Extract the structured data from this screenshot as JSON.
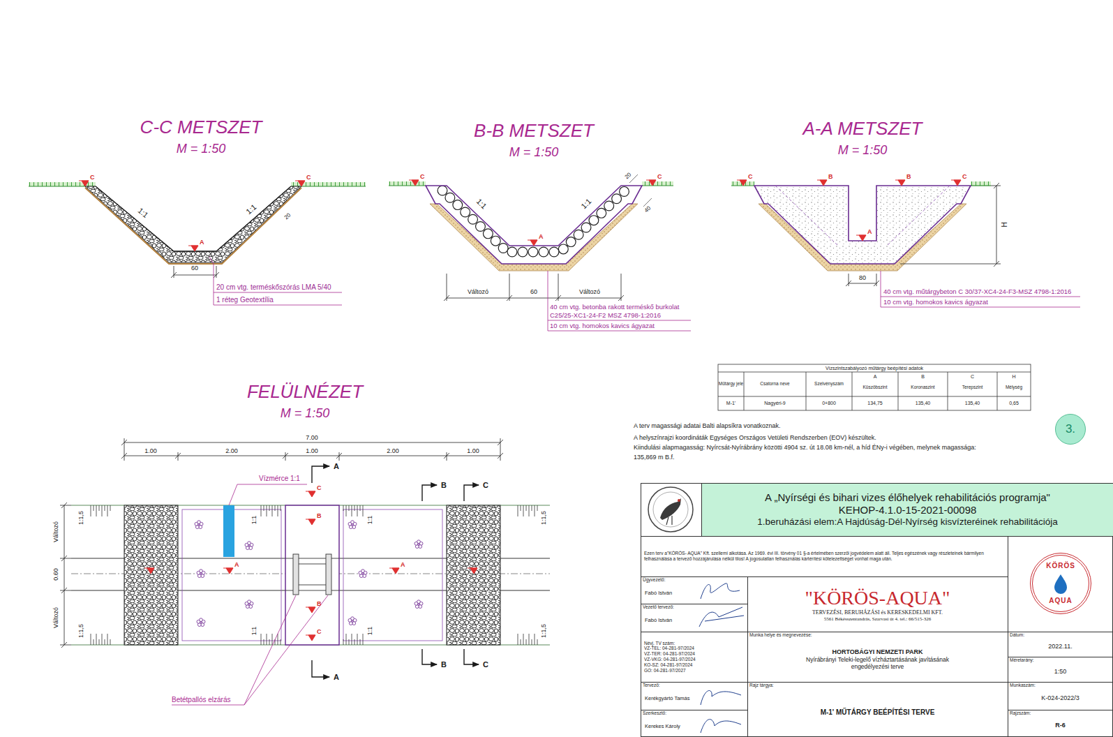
{
  "diagram": {
    "nodes": [
      {
        "text": [
          "A „Nyírségi és bihari vizes élőhelyek rehabilitációs programja\"",
          "KEHOP-4.1.0-15-2021-00098",
          "1.beruházási elem:A Hajdúság-Dél-Nyírség kisvízteréinek rehabilitációja"
        ]
      },
      {
        "text": [
          "Ezen terv a\"KÖRÖS- AQUA\" Kft. szellemi alkotása. Az 1969. évi III. törvény 01 §-a értelmében szerzői jogvédelem alatt áll. Teljes egészének vagy részleteinek bármilyen felhasználása a tervező hozzájárulása nélkül tilos! A jogosulatlan felhasználás kártérítési kötelezettséget vonhat maga után."
        ]
      },
      {
        "text": [
          "KÖRÖS",
          "AQUA"
        ]
      },
      {
        "text": [
          "Ügyvezető:",
          "Fabó István"
        ]
      },
      {
        "text": [
          "Vezető tervező:",
          "Fabó István"
        ]
      },
      {
        "text": [
          "\"KÖRÖS-AQUA\"",
          "TERVEZÉSI, BERUHÁZÁSI és KERESKEDELMI KFT.",
          "5561 Békésszentandrás, Szarvasi út 4. tel.: 66/515-326"
        ]
      },
      {
        "text": [
          "Névj. TV szám:",
          "VZ-TEL: 04-281-97/2024",
          "VZ-TER: 04-281-97/2024",
          "VZ-VKG: 04-281-97/2024",
          "KO-SZ: 04-281-97/2024",
          "GO: 04-281-97/2027"
        ]
      },
      {
        "text": [
          "Munka helye és megnevezése:",
          "HORTOBÁGYI NEMZETI PARK",
          "Nyírábrányi Teleki-legelő vízháztartásának javításának engedélyezési terve"
        ]
      },
      {
        "text": [
          "Dátum:",
          "2022.11."
        ]
      },
      {
        "text": [
          "Méretarány:",
          "1:50"
        ]
      },
      {
        "text": [
          "Tervező:",
          "Kerékgyártó Tamás"
        ]
      },
      {
        "text": [
          "Rajz tárgya:",
          "M-1' MŰTÁRGY BEÉPÍTÉSI TERVE"
        ]
      },
      {
        "text": [
          "Munkaszám:",
          "K-024-2022/3"
        ]
      },
      {
        "text": [
          "Szerkesztő:",
          "Kerekes Károly"
        ]
      },
      {
        "text": [
          "Rajzszám:",
          "R-6"
        ]
      },
      {
        "text": [
          "3."
        ]
      }
    ],
    "labels": [
      "C-C METSZET",
      "M = 1:50",
      "C",
      "C",
      "A",
      "1:1",
      "1:1",
      "20",
      "60",
      "20 cm vtg. terméskőszórás LMA 5/40",
      "1 réteg Geotextília",
      "B-B METSZET",
      "M = 1:50",
      "C",
      "C",
      "A",
      "1:1",
      "1:1",
      "Változó",
      "60",
      "Változó",
      "20",
      "40",
      "40 cm vtg. betonba rakott terméskő burkolat",
      "C25/25-XC1-24-F2 MSZ 4798-1:2016",
      "10 cm vtg. homokos kavics ágyazat",
      "A-A METSZET",
      "M = 1:50",
      "C",
      "B",
      "B",
      "C",
      "A",
      "H",
      "80",
      "40 cm vtg. műtárgybeton C 30/37-XC4-24-F3-MSZ 4798-1:2016",
      "10 cm vtg. homokos kavics ágyazat",
      "FELÜLNÉZET",
      "M = 1:50",
      "7.00",
      "1.00",
      "2.00",
      "1.00",
      "2.00",
      "1.00",
      "Változó",
      "0.60",
      "Változó",
      "1:1,5",
      "1:1,5",
      "1:1,5",
      "1:1,5",
      "1:1",
      "1:1",
      "1:1",
      "1:1",
      "Vízmérce 1:1",
      "Betétpallós elzárás",
      "C",
      "B",
      "A",
      "A",
      "B",
      "C",
      "A",
      "A",
      "B",
      "B",
      "C",
      "C",
      "Vízszintszabályozó műtárgy beépítési adatok",
      "Műtárgy jele",
      "Csatorna neve",
      "Szelvényszám",
      "A",
      "Küszöbszint",
      "B",
      "Koronaszint",
      "C",
      "Terepszint",
      "H",
      "Mélység",
      "M-1'",
      "Nagyéri-9",
      "0+800",
      "134,75",
      "135,40",
      "135,40",
      "0,65",
      "A terv magassági adatai Balti alapsíkra vonatkoznak.",
      "A helyszínrajzi koordináták Egységes Országos Vetületi Rendszerben (EOV) készültek.",
      "Kiindulási alapmagasság: Nyírcsát-Nyírábrány közötti 4904 sz. út 18.08 km-nél, a híd ÉNy-i végében, melynek magassága: 135,869 m B.f."
    ]
  }
}
